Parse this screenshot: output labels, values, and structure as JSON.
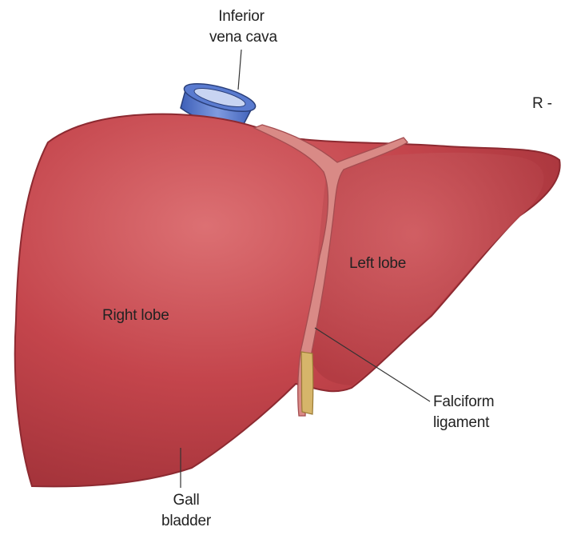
{
  "labels": {
    "ivc_line1": "Inferior",
    "ivc_line2": "vena cava",
    "right_lobe": "Right lobe",
    "left_lobe": "Left lobe",
    "falciform_line1": "Falciform",
    "falciform_line2": "ligament",
    "gall_line1": "Gall",
    "gall_line2": "bladder",
    "orientation": "R -"
  },
  "colors": {
    "liver": "#c0434a",
    "liver_shadow": "#9c2f36",
    "liver_highlight": "#d86a6e",
    "ligament": "#d98a86",
    "vena_cava": "#4f6fc4",
    "gall_bladder": "#4fc28a",
    "round_ligament": "#d6b56a",
    "leader_line": "#333333"
  }
}
